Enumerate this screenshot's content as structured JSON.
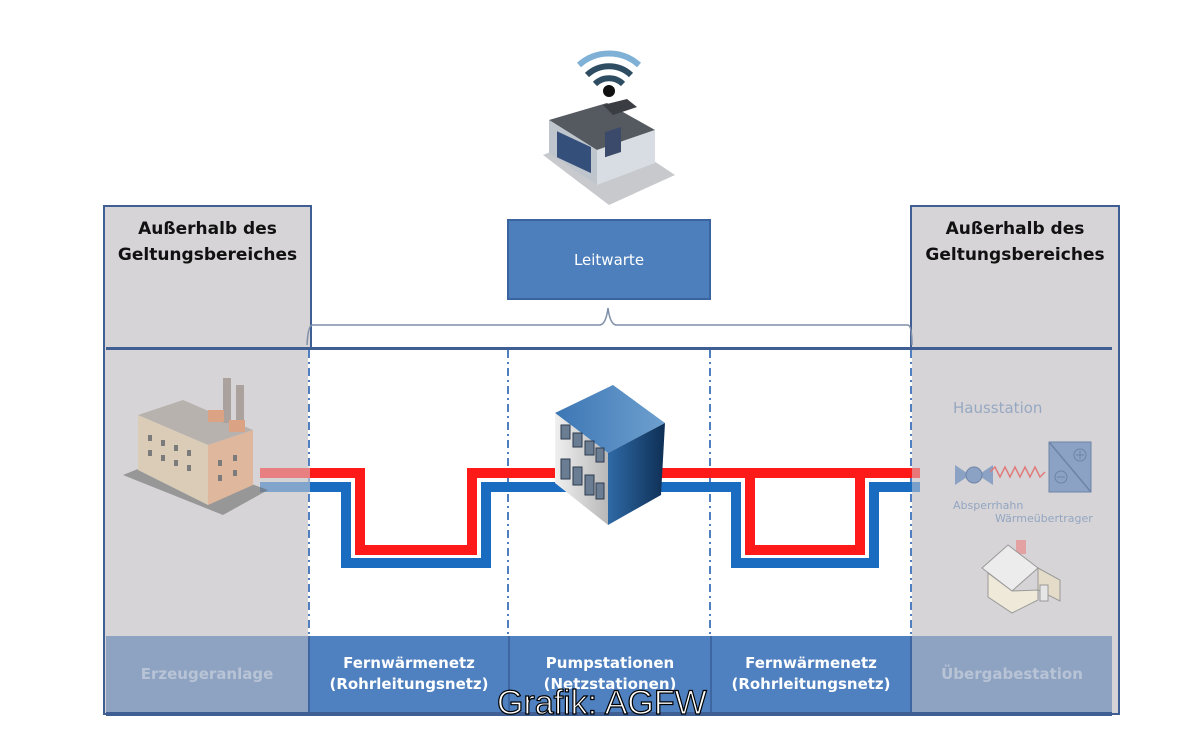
{
  "title": "Fernwärme-Systemgrenzen",
  "outside_scope": {
    "left": {
      "line1": "Außerhalb des",
      "line2": "Geltungsbereiches"
    },
    "right": {
      "line1": "Außerhalb des",
      "line2": "Geltungsbereiches"
    }
  },
  "control_room": {
    "label": "Leitwarte",
    "icon": "control-center-building-wifi-icon"
  },
  "right_panel": {
    "title": "Hausstation",
    "valve_label": "Absperrhahn",
    "exchanger_label": "Wärmeübertrager"
  },
  "icons": {
    "plant": "factory-icon",
    "pump": "pump-station-building-icon",
    "house": "house-icon",
    "valve": "valve-icon",
    "exchanger": "heat-exchanger-icon"
  },
  "pipes": {
    "supply_color": "#ff0000",
    "return_color": "#1a6cc0"
  },
  "bottom_bar": [
    {
      "line1": "Erzeugeranlage",
      "line2": "",
      "scope": "outside"
    },
    {
      "line1": "Fernwärmenetz",
      "line2": "(Rohrleitungsnetz)",
      "scope": "inside"
    },
    {
      "line1": "Pumpstationen",
      "line2": "(Netzstationen)",
      "scope": "inside"
    },
    {
      "line1": "Fernwärmenetz",
      "line2": "(Rohrleitungsnetz)",
      "scope": "inside"
    },
    {
      "line1": "Übergabestation",
      "line2": "",
      "scope": "outside"
    }
  ],
  "credit": "Grafik: AGFW",
  "colors": {
    "accent_blue": "#4f80bf",
    "border_blue": "#3f5f94",
    "outside_grey": "#d6d4d6"
  }
}
